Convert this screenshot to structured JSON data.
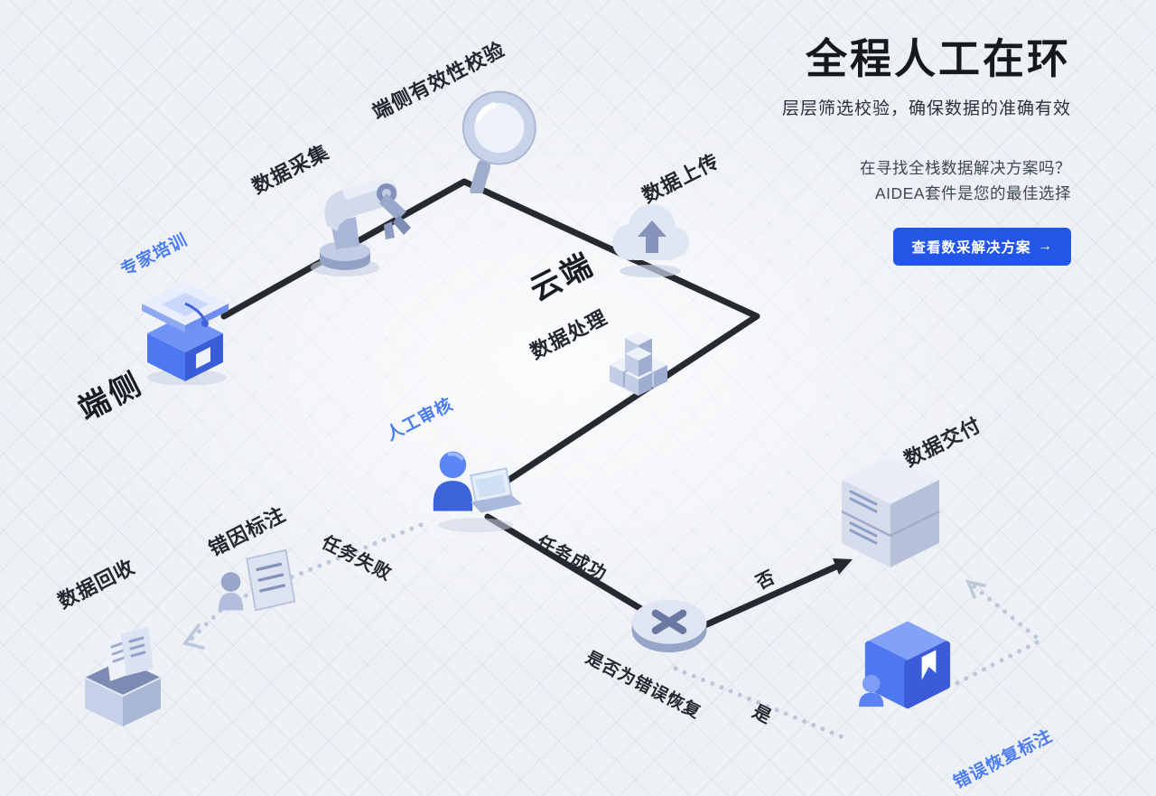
{
  "header": {
    "title": "全程人工在环",
    "subtitle": "层层筛选校验，确保数据的准确有效",
    "pitch_line1": "在寻找全栈数据解决方案吗？",
    "pitch_line2": "AIDEA套件是您的最佳选择",
    "cta_label": "查看数采解决方案",
    "cta_arrow": "→"
  },
  "diagram": {
    "zones": {
      "edge": "端侧",
      "cloud": "云端"
    },
    "nodes": {
      "expert_training": "专家培训",
      "data_collection": "数据采集",
      "edge_validation": "端侧有效性校验",
      "data_upload": "数据上传",
      "data_processing": "数据处理",
      "human_review": "人工审核",
      "error_annotation": "错因标注",
      "data_recycle": "数据回收",
      "decision": "是否为错误恢复",
      "data_delivery": "数据交付",
      "error_recovery_annotation": "错误恢复标注"
    },
    "edges": {
      "task_failed": "任务失败",
      "task_success": "任务成功",
      "yes": "是",
      "no": "否"
    },
    "icons": [
      "graduation-cap-icon",
      "robot-arm-icon",
      "magnifier-icon",
      "cloud-upload-icon",
      "cube-cluster-icon",
      "person-laptop-icon",
      "person-document-icon",
      "recycle-box-icon",
      "x-decision-icon",
      "server-icon",
      "bookmark-cube-person-icon"
    ]
  },
  "colors": {
    "accent_blue": "#2356e6",
    "label_blue": "#4a7cf0",
    "ink": "#191d23",
    "flow_line": "#26292f",
    "dotted_line": "#bdc7da"
  }
}
